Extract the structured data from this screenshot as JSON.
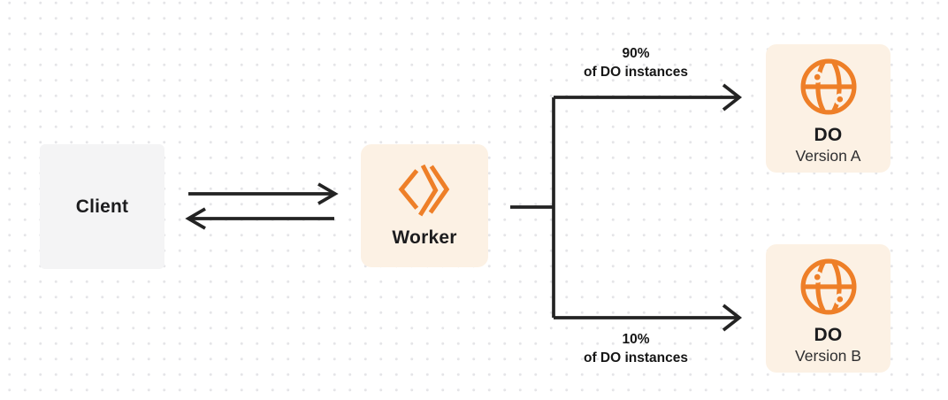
{
  "colors": {
    "background": "#ffffff",
    "dot_grid": "#e5e5e8",
    "connector": "#232323",
    "accent_orange": "#ee7f28",
    "client_box_fill": "#f4f4f5",
    "orange_box_fill": "#fcf1e4",
    "text_primary": "#1c1c1e",
    "text_secondary": "#2e2e30"
  },
  "nodes": {
    "client": {
      "label": "Client"
    },
    "worker": {
      "label": "Worker",
      "icon": "workers-icon"
    },
    "do_version_a": {
      "title": "DO",
      "subtitle": "Version A",
      "icon": "globe-icon"
    },
    "do_version_b": {
      "title": "DO",
      "subtitle": "Version B",
      "icon": "globe-icon"
    }
  },
  "edge_labels": {
    "to_version_a": {
      "percent": "90%",
      "caption": "of DO instances"
    },
    "to_version_b": {
      "percent": "10%",
      "caption": "of DO instances"
    }
  }
}
